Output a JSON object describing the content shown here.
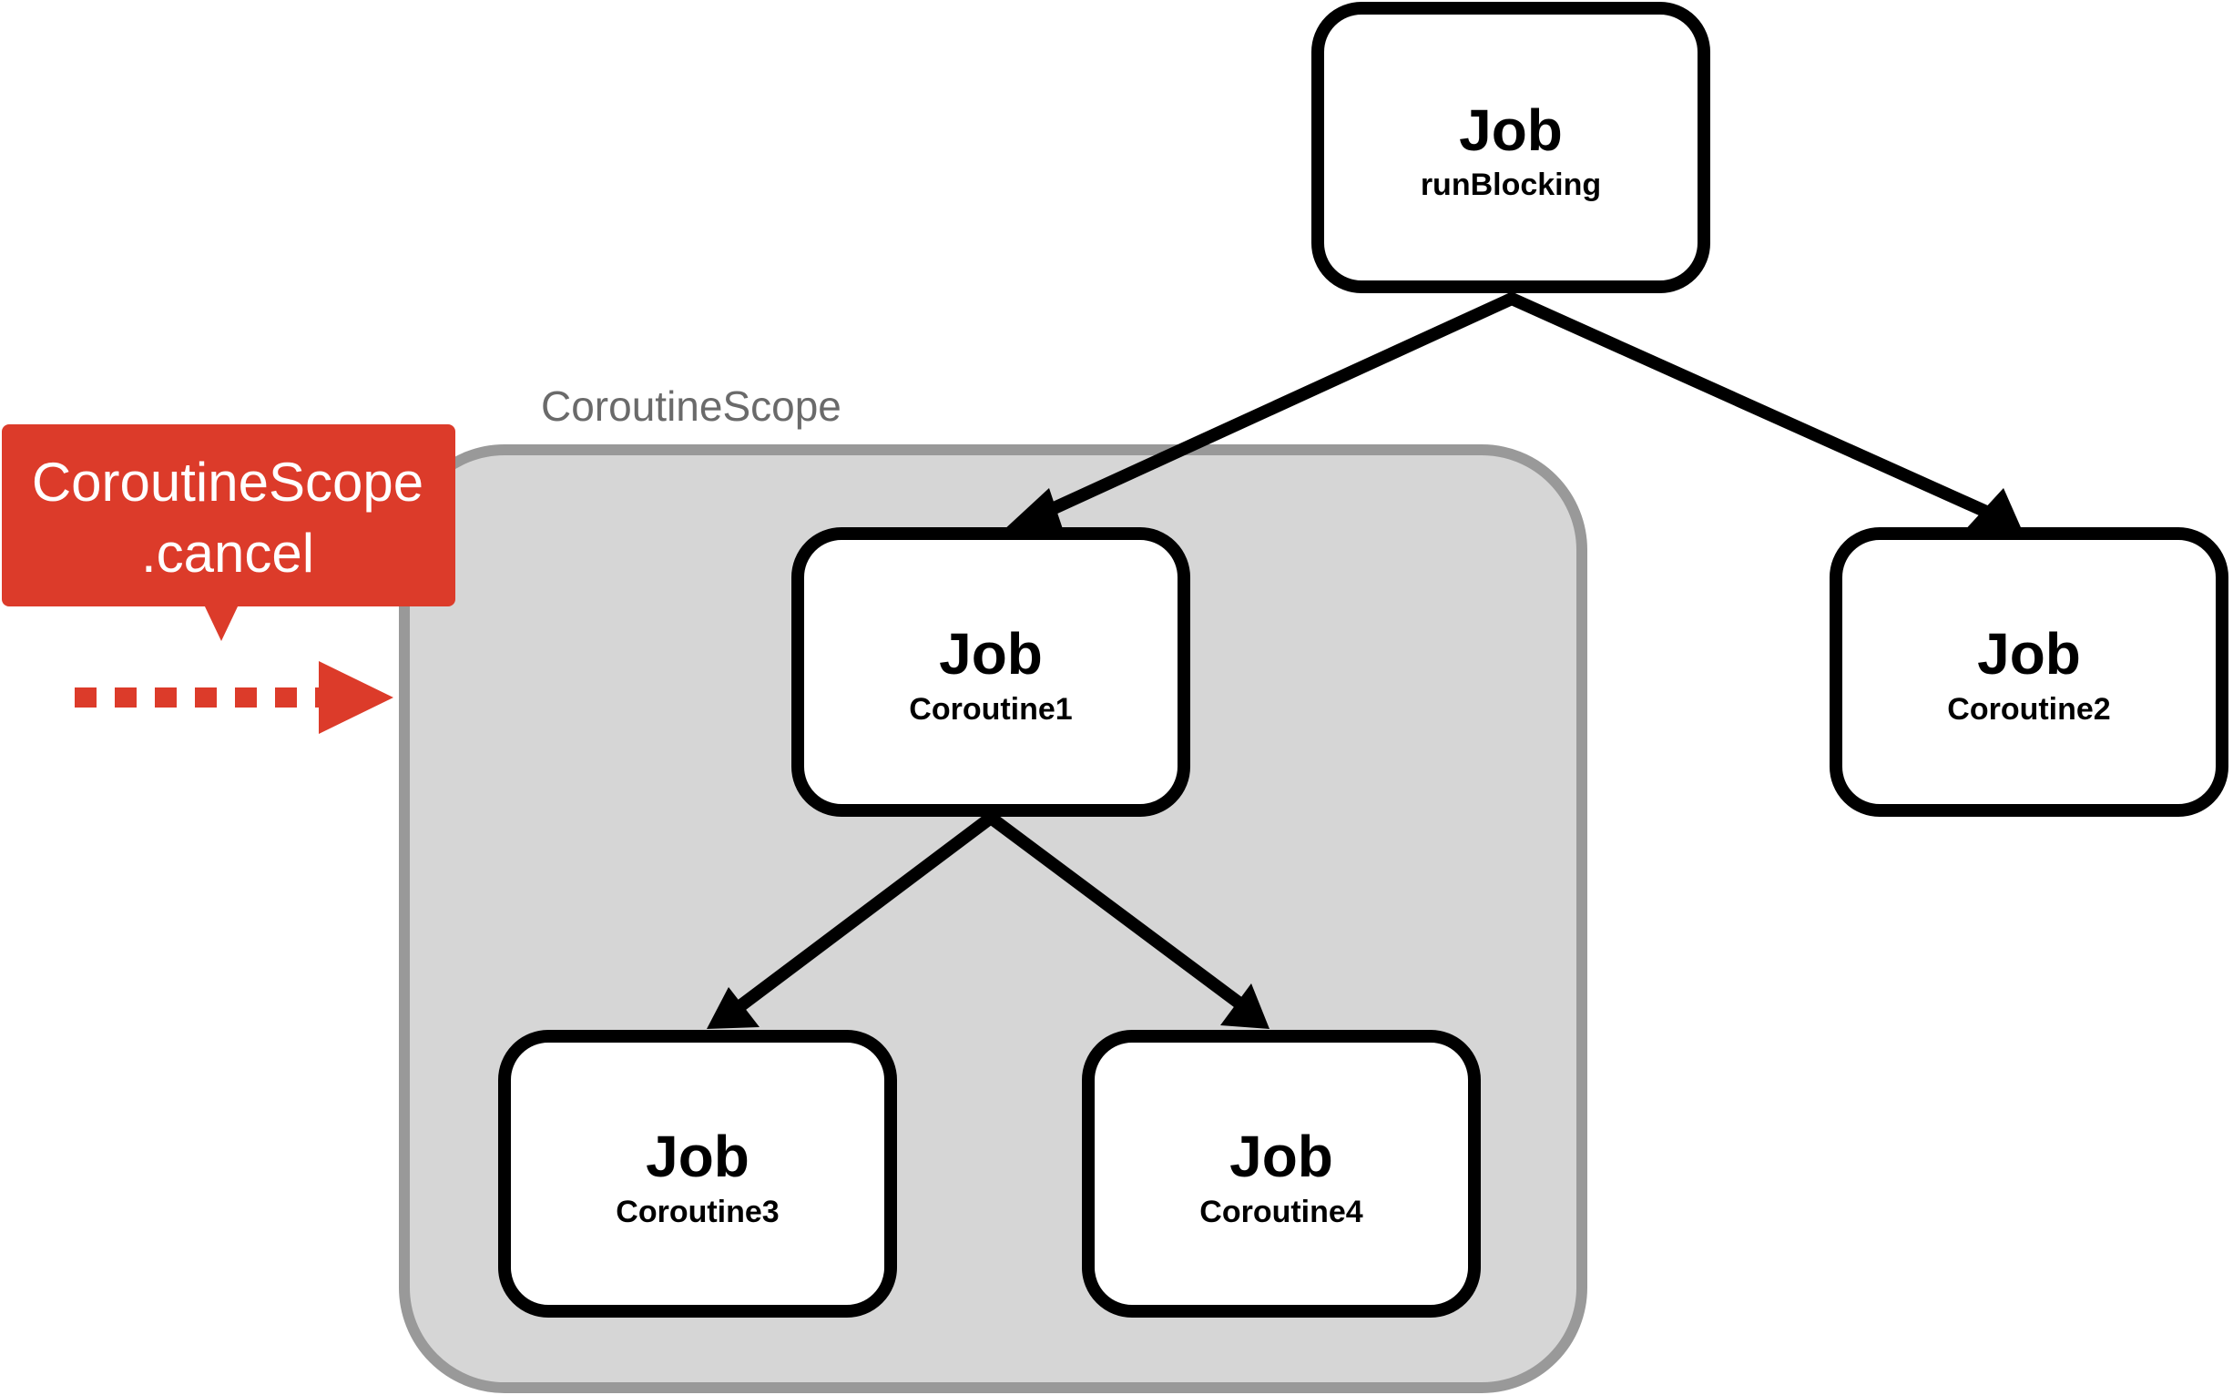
{
  "colors": {
    "scope_fill": "#d6d6d6",
    "scope_border": "#999999",
    "box_fill": "#ffffff",
    "box_border": "#000000",
    "accent": "#dc3b2a",
    "scope_label": "#6a6a6a"
  },
  "scope": {
    "label": "CoroutineScope"
  },
  "callout": {
    "line1": "CoroutineScope",
    "line2": ".cancel"
  },
  "jobs": {
    "run_blocking": {
      "title": "Job",
      "subtitle": "runBlocking"
    },
    "coroutine1": {
      "title": "Job",
      "subtitle": "Coroutine1"
    },
    "coroutine2": {
      "title": "Job",
      "subtitle": "Coroutine2"
    },
    "coroutine3": {
      "title": "Job",
      "subtitle": "Coroutine3"
    },
    "coroutine4": {
      "title": "Job",
      "subtitle": "Coroutine4"
    }
  },
  "edges": [
    {
      "from": "runBlocking",
      "to": "Coroutine1"
    },
    {
      "from": "runBlocking",
      "to": "Coroutine2"
    },
    {
      "from": "Coroutine1",
      "to": "Coroutine3"
    },
    {
      "from": "Coroutine1",
      "to": "Coroutine4"
    }
  ]
}
